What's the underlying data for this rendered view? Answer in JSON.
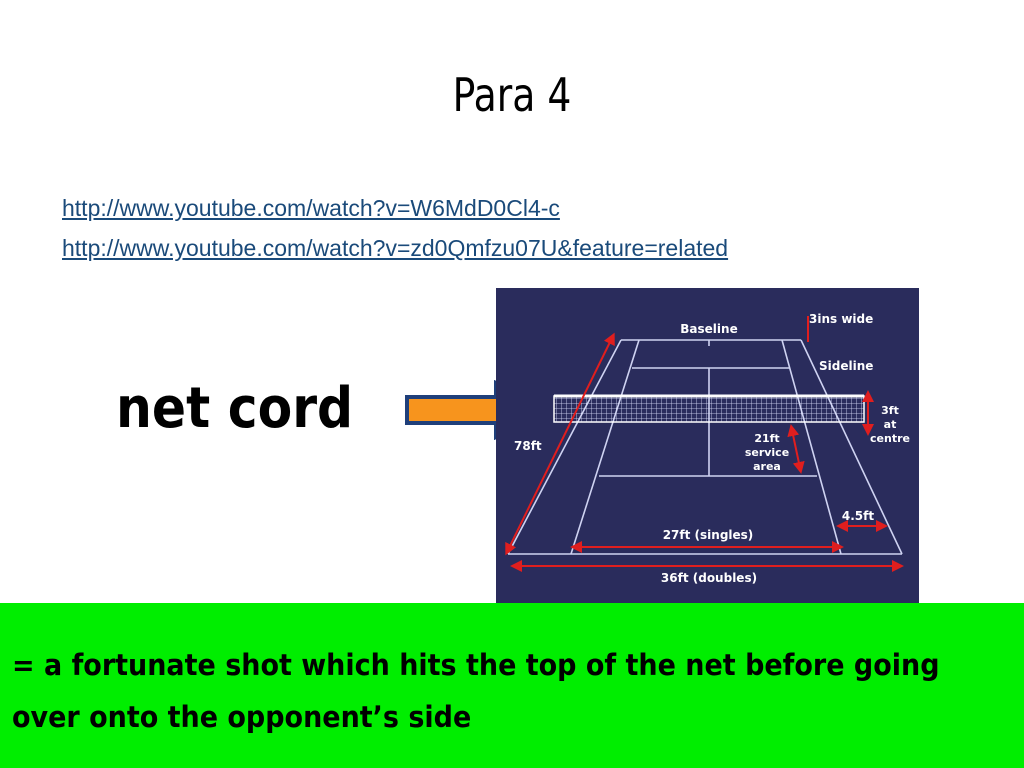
{
  "slide": {
    "title": "Para 4",
    "links": [
      "http://www.youtube.com/watch?v=W6MdD0Cl4-c",
      "http://www.youtube.com/watch?v=zd0Qmfzu07U&feature=related"
    ],
    "term": "net cord",
    "definition": "= a fortunate shot which hits the top of the net before going over onto the opponent’s side"
  },
  "court_diagram": {
    "labels": {
      "baseline": "Baseline",
      "ins_wide": "3ins wide",
      "sideline": "Sideline",
      "net_height_1": "3ft",
      "net_height_2": "at",
      "net_height_3": "centre",
      "length": "78ft",
      "service_1": "21ft",
      "service_2": "service",
      "service_3": "area",
      "alley": "4.5ft",
      "singles": "27ft (singles)",
      "doubles": "36ft (doubles)"
    }
  },
  "colors": {
    "definition_bg": "#00ee00",
    "link": "#1a4a7a",
    "court_bg": "#2a2c5c",
    "arrow_fill": "#f7941d",
    "dimension_red": "#e01e1e"
  }
}
